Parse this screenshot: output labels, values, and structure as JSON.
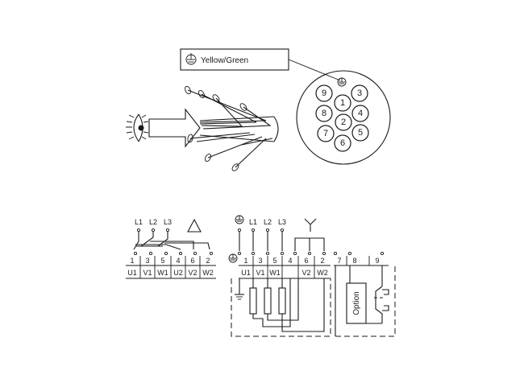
{
  "legend": {
    "label": "Yellow/Green",
    "icon": "ground-icon"
  },
  "connector": {
    "pins": [
      "9",
      "3",
      "8",
      "1",
      "4",
      "2",
      "7",
      "5",
      "6"
    ]
  },
  "delta": {
    "lines": [
      "L1",
      "L2",
      "L3"
    ],
    "symbol": "delta-symbol",
    "terminal_numbers": [
      "1",
      "3",
      "5",
      "4",
      "6",
      "2"
    ],
    "terminal_names": [
      "U1",
      "V1",
      "W1",
      "U2",
      "V2",
      "W2"
    ]
  },
  "star": {
    "lines": [
      "L1",
      "L2",
      "L3"
    ],
    "symbol": "star-symbol",
    "ground": "ground-icon",
    "terminal_numbers": [
      "1",
      "3",
      "5",
      "4",
      "6",
      "2",
      "7",
      "8",
      "9"
    ],
    "terminal_names": [
      "U1",
      "V1",
      "W1",
      "V2",
      "W2"
    ],
    "option_label": "Option"
  }
}
